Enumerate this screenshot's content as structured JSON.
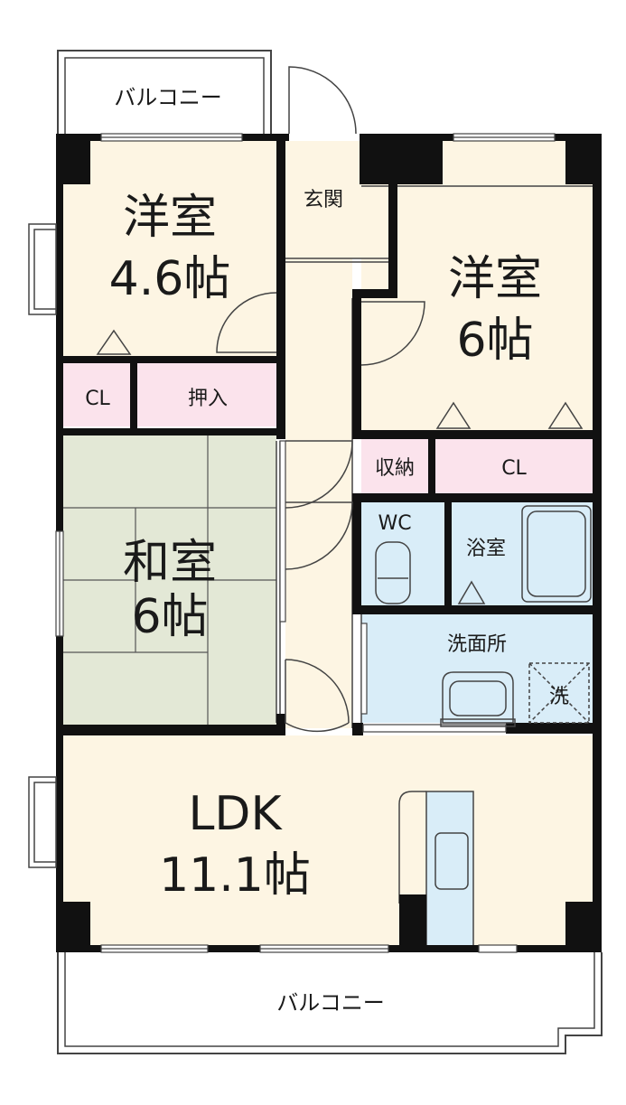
{
  "colors": {
    "floor": "#fdf5e3",
    "tatami": "#e3e8d6",
    "storage": "#fbe3ec",
    "wet": "#d9edf8",
    "wall": "#111111",
    "line": "#444444"
  },
  "rooms": {
    "balcony_top": "バルコニー",
    "western1_name": "洋室",
    "western1_size": "4.6帖",
    "entrance": "玄関",
    "western2_name": "洋室",
    "western2_size": "6帖",
    "cl1": "CL",
    "oshiire": "押入",
    "storage": "収納",
    "cl2": "CL",
    "japanese_name": "和室",
    "japanese_size": "6帖",
    "wc": "WC",
    "bath": "浴室",
    "washroom": "洗面所",
    "washer": "洗",
    "ldk_name": "LDK",
    "ldk_size": "11.1帖",
    "balcony_bottom": "バルコニー"
  }
}
